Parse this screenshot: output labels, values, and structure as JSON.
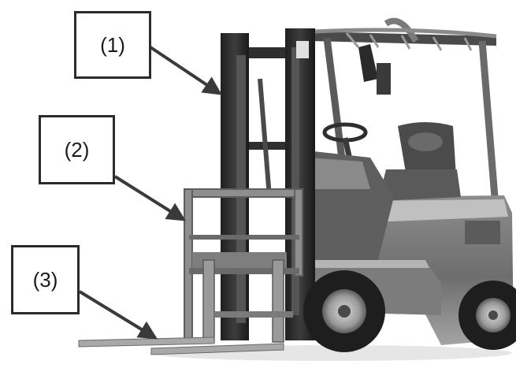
{
  "labels": [
    {
      "text": "(1)",
      "part": "mast"
    },
    {
      "text": "(2)",
      "part": "carriage"
    },
    {
      "text": "(3)",
      "part": "forks"
    }
  ],
  "colors": {
    "box_border": "#2b2b2b",
    "arrow": "#3a3a3a",
    "body_dark": "#3b3b3b",
    "body_mid": "#7a7a7a",
    "body_light": "#a8a8a8",
    "tire": "#1e1e1e"
  }
}
